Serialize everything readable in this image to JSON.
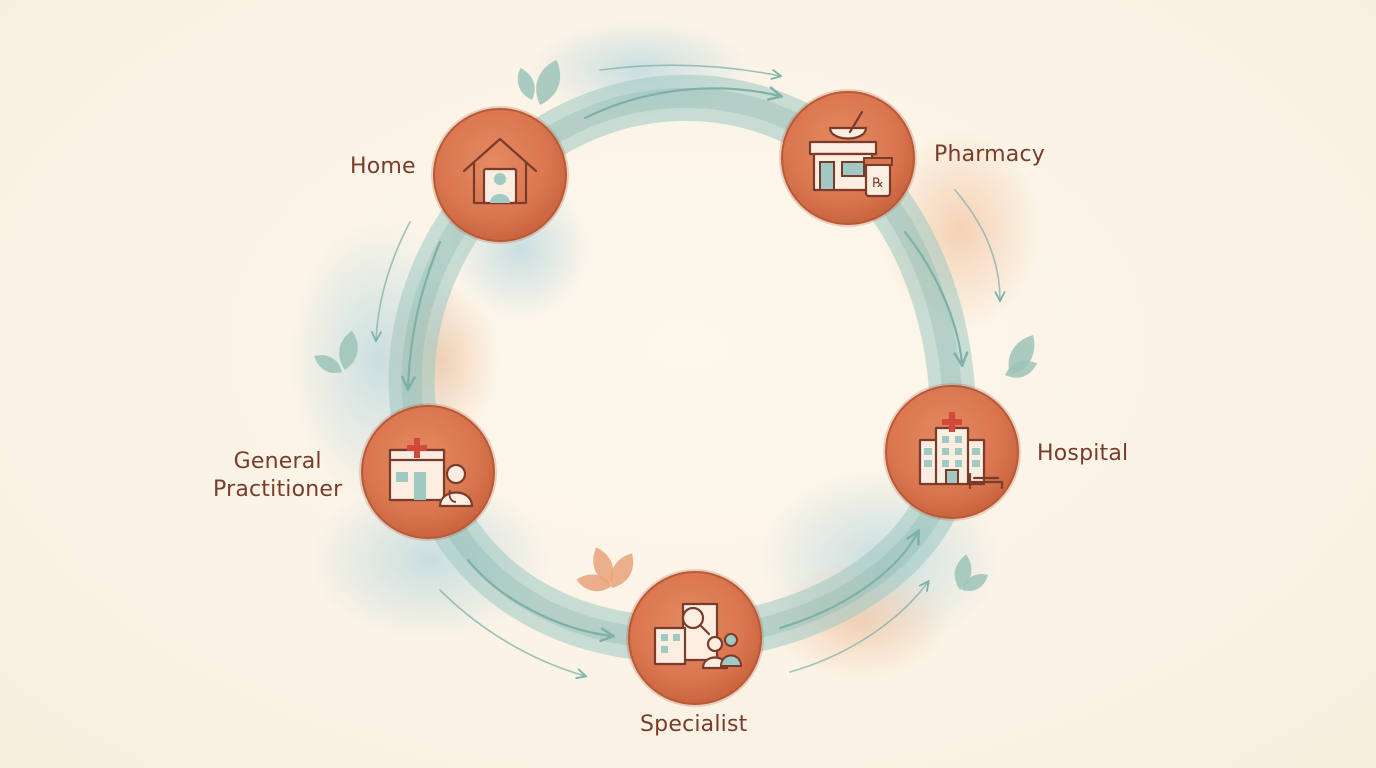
{
  "diagram": {
    "title": "",
    "colors": {
      "background": "#fbf4e8",
      "ring": "#9fc9c2",
      "ring_dark": "#7fb0a8",
      "node_fill": "#d9764f",
      "node_border": "#b85a38",
      "icon_fill": "#fbeee0",
      "icon_stroke": "#7a3b2b",
      "cross": "#d2483b",
      "label": "#7a3b2b",
      "leaf_green": "#9cc3b8",
      "leaf_orange": "#e8a27a"
    },
    "nodes": [
      {
        "id": "home",
        "label": "Home",
        "icon": "house-person-icon"
      },
      {
        "id": "pharmacy",
        "label": "Pharmacy",
        "icon": "pharmacy-mortar-rx-icon"
      },
      {
        "id": "hospital",
        "label": "Hospital",
        "icon": "hospital-building-bed-icon"
      },
      {
        "id": "specialist",
        "label": "Specialist",
        "icon": "clinic-magnifier-people-icon"
      },
      {
        "id": "gp",
        "label": "General\nPractitioner",
        "icon": "clinic-doctor-icon"
      }
    ],
    "flows": [
      {
        "from": "home",
        "to": "pharmacy"
      },
      {
        "from": "pharmacy",
        "to": "hospital"
      },
      {
        "from": "specialist",
        "to": "hospital"
      },
      {
        "from": "gp",
        "to": "specialist"
      },
      {
        "from": "home",
        "to": "gp"
      }
    ]
  }
}
